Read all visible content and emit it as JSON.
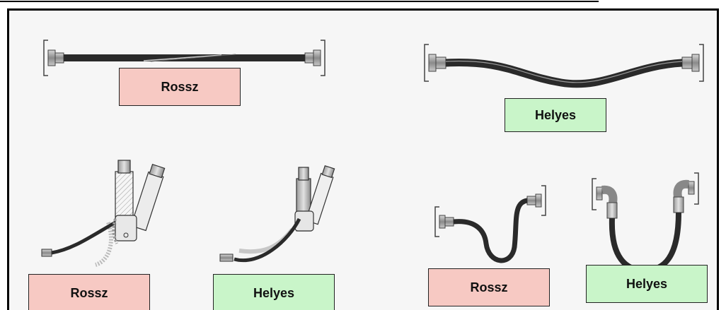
{
  "labels": {
    "top_left": "Rossz",
    "top_right": "Helyes",
    "bottom_1": "Rossz",
    "bottom_2": "Helyes",
    "bottom_3": "Rossz",
    "bottom_4": "Helyes"
  },
  "colors": {
    "bad_fill": "#f7c9c3",
    "good_fill": "#c9f5c9",
    "hose": "#2a2a2a",
    "fitting": "#999999"
  }
}
